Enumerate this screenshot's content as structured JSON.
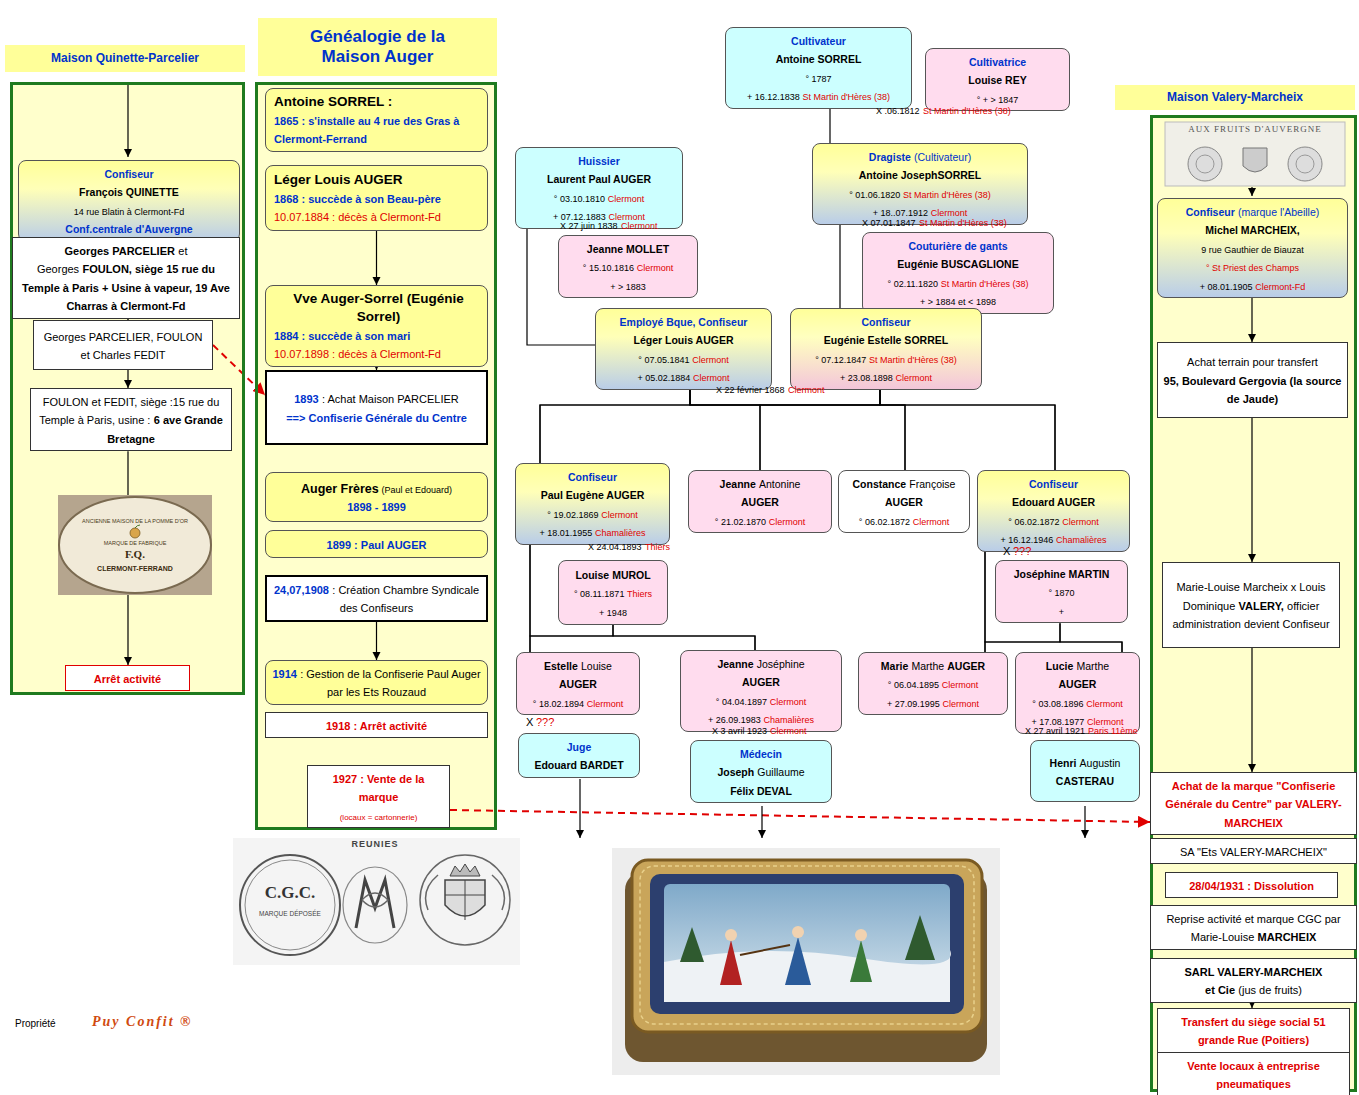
{
  "diagram": {
    "nodes": [
      {
        "text": [
          "Maison Quinette-Parcelier"
        ]
      },
      {
        "text": [
          "Confiseur",
          "François QUINETTE",
          "14 rue Blatin à Clermont-Fd",
          "Conf.centrale d'Auvergne"
        ],
        "in": 0
      },
      {
        "text": [
          "Georges PARCELIER",
          "et Georges",
          "FOULON, siège 15 rue du Temple à Paris + Usine à vapeur, 19 Ave Charras à Clermont-Fd"
        ],
        "in": 0
      },
      {
        "text": [
          "Georges PARCELIER, FOULON et Charles FEDIT"
        ],
        "in": 0
      },
      {
        "text": [
          "FOULON et FEDIT, siège :15 rue du Temple à Paris, usine :",
          "6 ave Grande Bretagne"
        ],
        "in": 0
      },
      {
        "text": [
          "Arrêt activité"
        ],
        "in": 0
      },
      {
        "text": [
          "Généalogie de la Maison Auger"
        ]
      },
      {
        "text": [
          "Antoine SORREL :",
          "1865 : s'installe au 4 rue des Gras à Clermont-Ferrand"
        ],
        "in": 6
      },
      {
        "text": [
          "Léger Louis AUGER",
          "1868 : succède à son Beau-père",
          "10.07.1884 : décès à Clermont-Fd"
        ],
        "in": 6
      },
      {
        "text": [
          "Vve Auger-Sorrel (Eugénie Sorrel)",
          "1884 : succède à son mari",
          "10.07.1898 : décès à Clermont-Fd"
        ],
        "in": 6
      },
      {
        "text": [
          "1893",
          ": Achat Maison PARCELIER",
          "==> Confiserie Générale du Centre"
        ],
        "in": 6
      },
      {
        "text": [
          "Auger Frères",
          "(Paul et Edouard)",
          "1898 - 1899"
        ],
        "in": 6
      },
      {
        "text": [
          "1899 : Paul AUGER"
        ],
        "in": 6
      },
      {
        "text": [
          "24,07,1908",
          ": Création Chambre Syndicale des Confiseurs"
        ],
        "in": 6
      },
      {
        "text": [
          "1914",
          ": Gestion de la Confiserie Paul Auger par les Ets Rouzaud"
        ],
        "in": 6
      },
      {
        "text": [
          "1918 : Arrêt activité"
        ],
        "in": 6
      },
      {
        "text": [
          "1927 : Vente de la marque",
          "(locaux = cartonnerie)"
        ],
        "in": 6
      },
      {
        "text": [
          "Cultivateur",
          "Antoine SORREL",
          "° 1787",
          "+ 16.12.1838",
          "St Martin d'Hères (38)"
        ]
      },
      {
        "text": [
          "Cultivatrice",
          "Louise REY",
          "° + > 1847"
        ]
      },
      {
        "text": [
          "Huissier",
          "Laurent Paul AUGER",
          "° 03.10.1810",
          "Clermont",
          "+ 07.12.1883",
          "Clermont"
        ]
      },
      {
        "text": [
          "Dragiste",
          "(Cultivateur)",
          "Antoine JosephSORREL",
          "° 01.06.1820",
          "St Martin d'Hères (38)",
          "+ 18..07.1912",
          "Clermont"
        ]
      },
      {
        "text": [
          "Jeanne MOLLET",
          "° 15.10.1816",
          "Clermont",
          "+ > 1883"
        ]
      },
      {
        "text": [
          "Couturière de gants",
          "Eugénie BUSCAGLIONE",
          "° 02.11.1820",
          "St Martin d'Hères (38)",
          "+ > 1884 et < 1898"
        ]
      },
      {
        "text": [
          "Employé Bque, Confiseur",
          "Léger Louis AUGER",
          "° 07.05.1841",
          "Clermont",
          "+ 05.02.1884",
          "Clermont"
        ]
      },
      {
        "text": [
          "Confiseur",
          "Eugénie Estelle SORREL",
          "° 07.12.1847",
          "St Martin d'Hères (38)",
          "+ 23.08.1898",
          "Clermont"
        ]
      },
      {
        "text": [
          "Confiseur",
          "Paul Eugène AUGER",
          "° 19.02.1869",
          "Clermont",
          "+ 18.01.1955",
          "Chamalières"
        ]
      },
      {
        "text": [
          "Jeanne",
          "Antonine",
          "AUGER",
          "° 21.02.1870",
          "Clermont"
        ]
      },
      {
        "text": [
          "Constance",
          "Françoise",
          "AUGER",
          "° 06.02.1872",
          "Clermont"
        ]
      },
      {
        "text": [
          "Confiseur",
          "Edouard AUGER",
          "° 06.02.1872",
          "Clermont",
          "+ 16.12.1946",
          "Chamalières"
        ]
      },
      {
        "text": [
          "Louise MUROL",
          "° 08.11.1871",
          "Thiers",
          "+ 1948"
        ]
      },
      {
        "text": [
          "Joséphine MARTIN",
          "° 1870",
          "+"
        ]
      },
      {
        "text": [
          "Estelle",
          "Louise",
          "AUGER",
          "° 18.02.1894",
          "Clermont"
        ]
      },
      {
        "text": [
          "Jeanne",
          "Joséphine",
          "AUGER",
          "° 04.04.1897",
          "Clermont",
          "+ 26.09.1983",
          "Chamalières"
        ]
      },
      {
        "text": [
          "Marie",
          "Marthe",
          "AUGER",
          "° 06.04.1895",
          "Clermont",
          "+ 27.09.1995",
          "Clermont"
        ]
      },
      {
        "text": [
          "Lucie",
          "Marthe",
          "AUGER",
          "° 03.08.1896",
          "Clermont",
          "+ 17.08.1977",
          "Clermont"
        ]
      },
      {
        "text": [
          "Juge",
          "Edouard BARDET"
        ]
      },
      {
        "text": [
          "Médecin",
          "Joseph",
          "Guillaume",
          "Félix DEVAL"
        ]
      },
      {
        "text": [
          "Henri",
          "Augustin",
          "CASTERAU"
        ]
      },
      {
        "text": [
          "Maison Valery-Marcheix"
        ]
      },
      {
        "text": [
          "Confiseur",
          "(marque l'Abeille)",
          "Michel MARCHEIX,",
          "9 rue Gauthier de Biauzat",
          "° St Priest des Champs",
          "+ 08.01.1905",
          "Clermont-Fd"
        ],
        "in": 38
      },
      {
        "text": [
          "Achat terrain pour transfert",
          "95, Boulevard Gergovia (la source de Jaude)"
        ],
        "in": 38
      },
      {
        "text": [
          "Marie-Louise Marcheix x Louis Dominique",
          "VALERY,",
          "officier administration devient Confiseur"
        ],
        "in": 38
      },
      {
        "text": [
          "Achat de la marque \"Confiserie Générale du Centre\" par VALERY-MARCHEIX"
        ],
        "in": 38
      },
      {
        "text": [
          "SA \"Ets VALERY-MARCHEIX\""
        ],
        "in": 38
      },
      {
        "text": [
          "28/04/1931 : Dissolution"
        ],
        "in": 38
      },
      {
        "text": [
          "Reprise activité et marque CGC par Marie-Louise",
          "MARCHEIX"
        ],
        "in": 38
      },
      {
        "text": [
          "SARL VALERY-MARCHEIX",
          "et Cie",
          "(jus de fruits)"
        ],
        "in": 38
      },
      {
        "text": [
          "Transfert du siège social 51 grande Rue (Poitiers)"
        ],
        "in": 38
      },
      {
        "text": [
          "Vente locaux à entreprise pneumatiques"
        ],
        "in": 38
      }
    ],
    "edges": [
      {
        "from": 1,
        "to": 2,
        "arrow": "to"
      },
      {
        "from": 2,
        "to": 3,
        "arrow": "to"
      },
      {
        "from": 3,
        "to": 4,
        "arrow": "to"
      },
      {
        "from": 4,
        "to": 5,
        "arrow": "to"
      },
      {
        "from": 8,
        "to": 9,
        "arrow": "to"
      },
      {
        "from": 9,
        "to": 10,
        "arrow": "to"
      },
      {
        "from": 13,
        "to": 14,
        "arrow": "to"
      },
      {
        "from": 3,
        "to": 10,
        "arrow": "to"
      },
      {
        "from": 16,
        "to": 42,
        "arrow": "to"
      },
      {
        "from": 17,
        "to": 20,
        "arrow": "none"
      },
      {
        "from": 19,
        "to": 23,
        "arrow": "none"
      },
      {
        "from": 20,
        "to": 24,
        "arrow": "none"
      },
      {
        "from": 23,
        "to": 25,
        "arrow": "none"
      },
      {
        "from": 23,
        "to": 26,
        "arrow": "none"
      },
      {
        "from": 23,
        "to": 27,
        "arrow": "none"
      },
      {
        "from": 23,
        "to": 28,
        "arrow": "none"
      },
      {
        "from": 24,
        "to": 25,
        "arrow": "none"
      },
      {
        "from": 24,
        "to": 26,
        "arrow": "none"
      },
      {
        "from": 24,
        "to": 27,
        "arrow": "none"
      },
      {
        "from": 24,
        "to": 28,
        "arrow": "none"
      },
      {
        "from": 25,
        "to": 31,
        "arrow": "none"
      },
      {
        "from": 25,
        "to": 32,
        "arrow": "none"
      },
      {
        "from": 29,
        "to": 31,
        "arrow": "none"
      },
      {
        "from": 29,
        "to": 32,
        "arrow": "none"
      },
      {
        "from": 28,
        "to": 33,
        "arrow": "none"
      },
      {
        "from": 28,
        "to": 34,
        "arrow": "none"
      },
      {
        "from": 30,
        "to": 33,
        "arrow": "none"
      },
      {
        "from": 30,
        "to": 34,
        "arrow": "none"
      },
      {
        "from": 39,
        "to": 40,
        "arrow": "to"
      },
      {
        "from": 40,
        "to": 41,
        "arrow": "to"
      },
      {
        "from": 41,
        "to": 42,
        "arrow": "to"
      },
      {
        "from": 46,
        "to": 47,
        "arrow": "to"
      }
    ],
    "labels": [
      "X .06.1812",
      "St Martin d'Hères (38)",
      "X 27 juin 1838",
      "Clermont",
      "X 07.01.1847",
      "St Martin d'Hères (38)",
      "X 22 février 1868",
      "Clermont",
      "X 24.04.1893",
      "Thiers",
      "X",
      "???",
      "X",
      "???",
      "X 3 avril 1923",
      "Clermont",
      "X 27 avril 1921",
      "Paris 11ème",
      "ANCIENNE MAISON DE LA POMME D'OR",
      "MARQUE DE FABRIQUE",
      "F.Q.",
      "CLERMONT-FERRAND",
      "REUNIES",
      "C.G.C.",
      "MARQUE DÉPOSÉE",
      "AUX FRUITS D'AUVERGNE",
      "Propriété",
      "Puy Confit ®"
    ]
  }
}
